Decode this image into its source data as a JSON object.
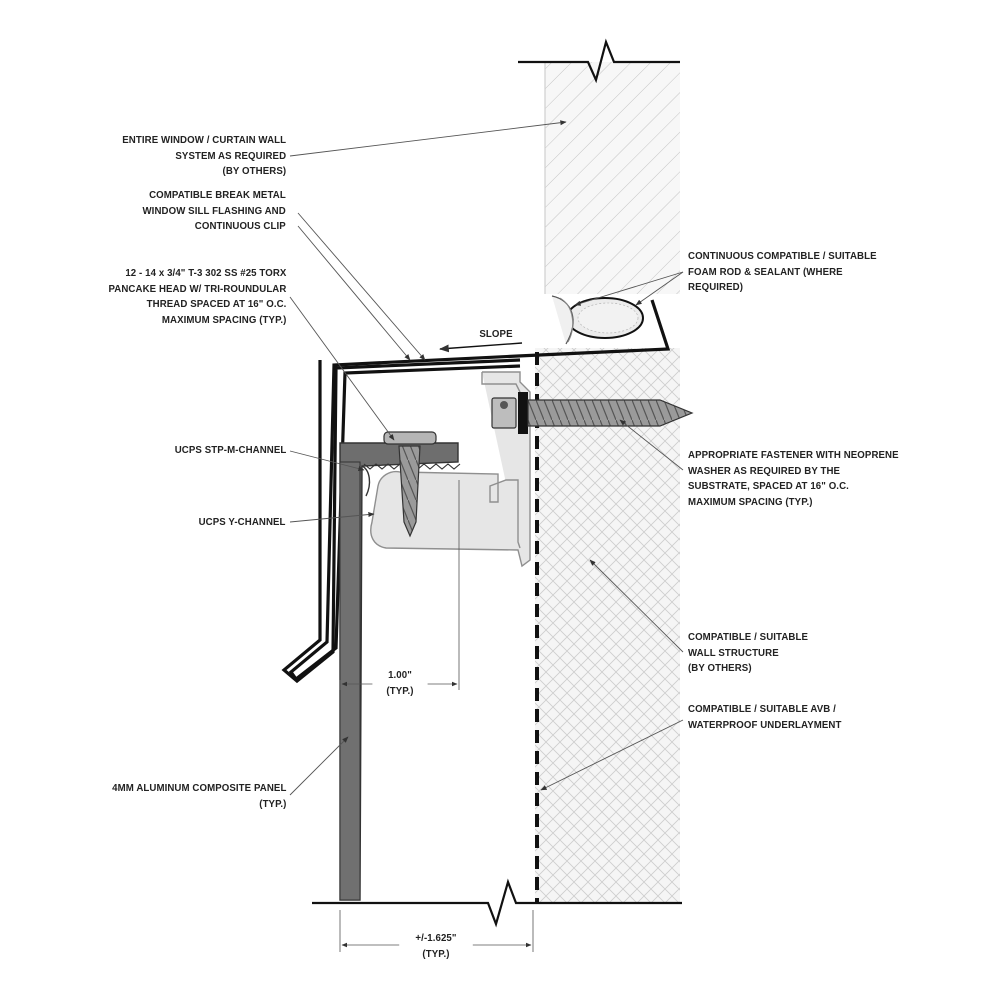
{
  "callouts": {
    "window_system": [
      "ENTIRE WINDOW / CURTAIN WALL",
      "SYSTEM AS REQUIRED",
      "(BY OTHERS)"
    ],
    "sill_flashing": [
      "COMPATIBLE BREAK METAL",
      "WINDOW SILL FLASHING AND",
      "CONTINUOUS CLIP"
    ],
    "screw": [
      "12 - 14 x 3/4\" T-3 302 SS #25 TORX",
      "PANCAKE HEAD W/ TRI-ROUNDULAR",
      "THREAD SPACED AT 16\" O.C.",
      "MAXIMUM SPACING (TYP.)"
    ],
    "stp_channel": [
      "UCPS STP-M-CHANNEL"
    ],
    "y_channel": [
      "UCPS Y-CHANNEL"
    ],
    "acm_panel": [
      "4MM ALUMINUM COMPOSITE PANEL",
      "(TYP.)"
    ],
    "foam_rod": [
      "CONTINUOUS COMPATIBLE / SUITABLE",
      "FOAM ROD & SEALANT (WHERE",
      "REQUIRED)"
    ],
    "fastener": [
      "APPROPRIATE FASTENER WITH NEOPRENE",
      "WASHER AS REQUIRED BY THE",
      "SUBSTRATE, SPACED AT 16\" O.C.",
      "MAXIMUM SPACING (TYP.)"
    ],
    "wall_structure": [
      "COMPATIBLE / SUITABLE",
      "WALL STRUCTURE",
      "(BY OTHERS)"
    ],
    "avb": [
      "COMPATIBLE / SUITABLE AVB /",
      "WATERPROOF UNDERLAYMENT"
    ]
  },
  "slope_label": "SLOPE",
  "dim_gap": [
    "1.00\"",
    "(TYP.)"
  ],
  "dim_total": [
    "+/-1.625\"",
    "(TYP.)"
  ]
}
